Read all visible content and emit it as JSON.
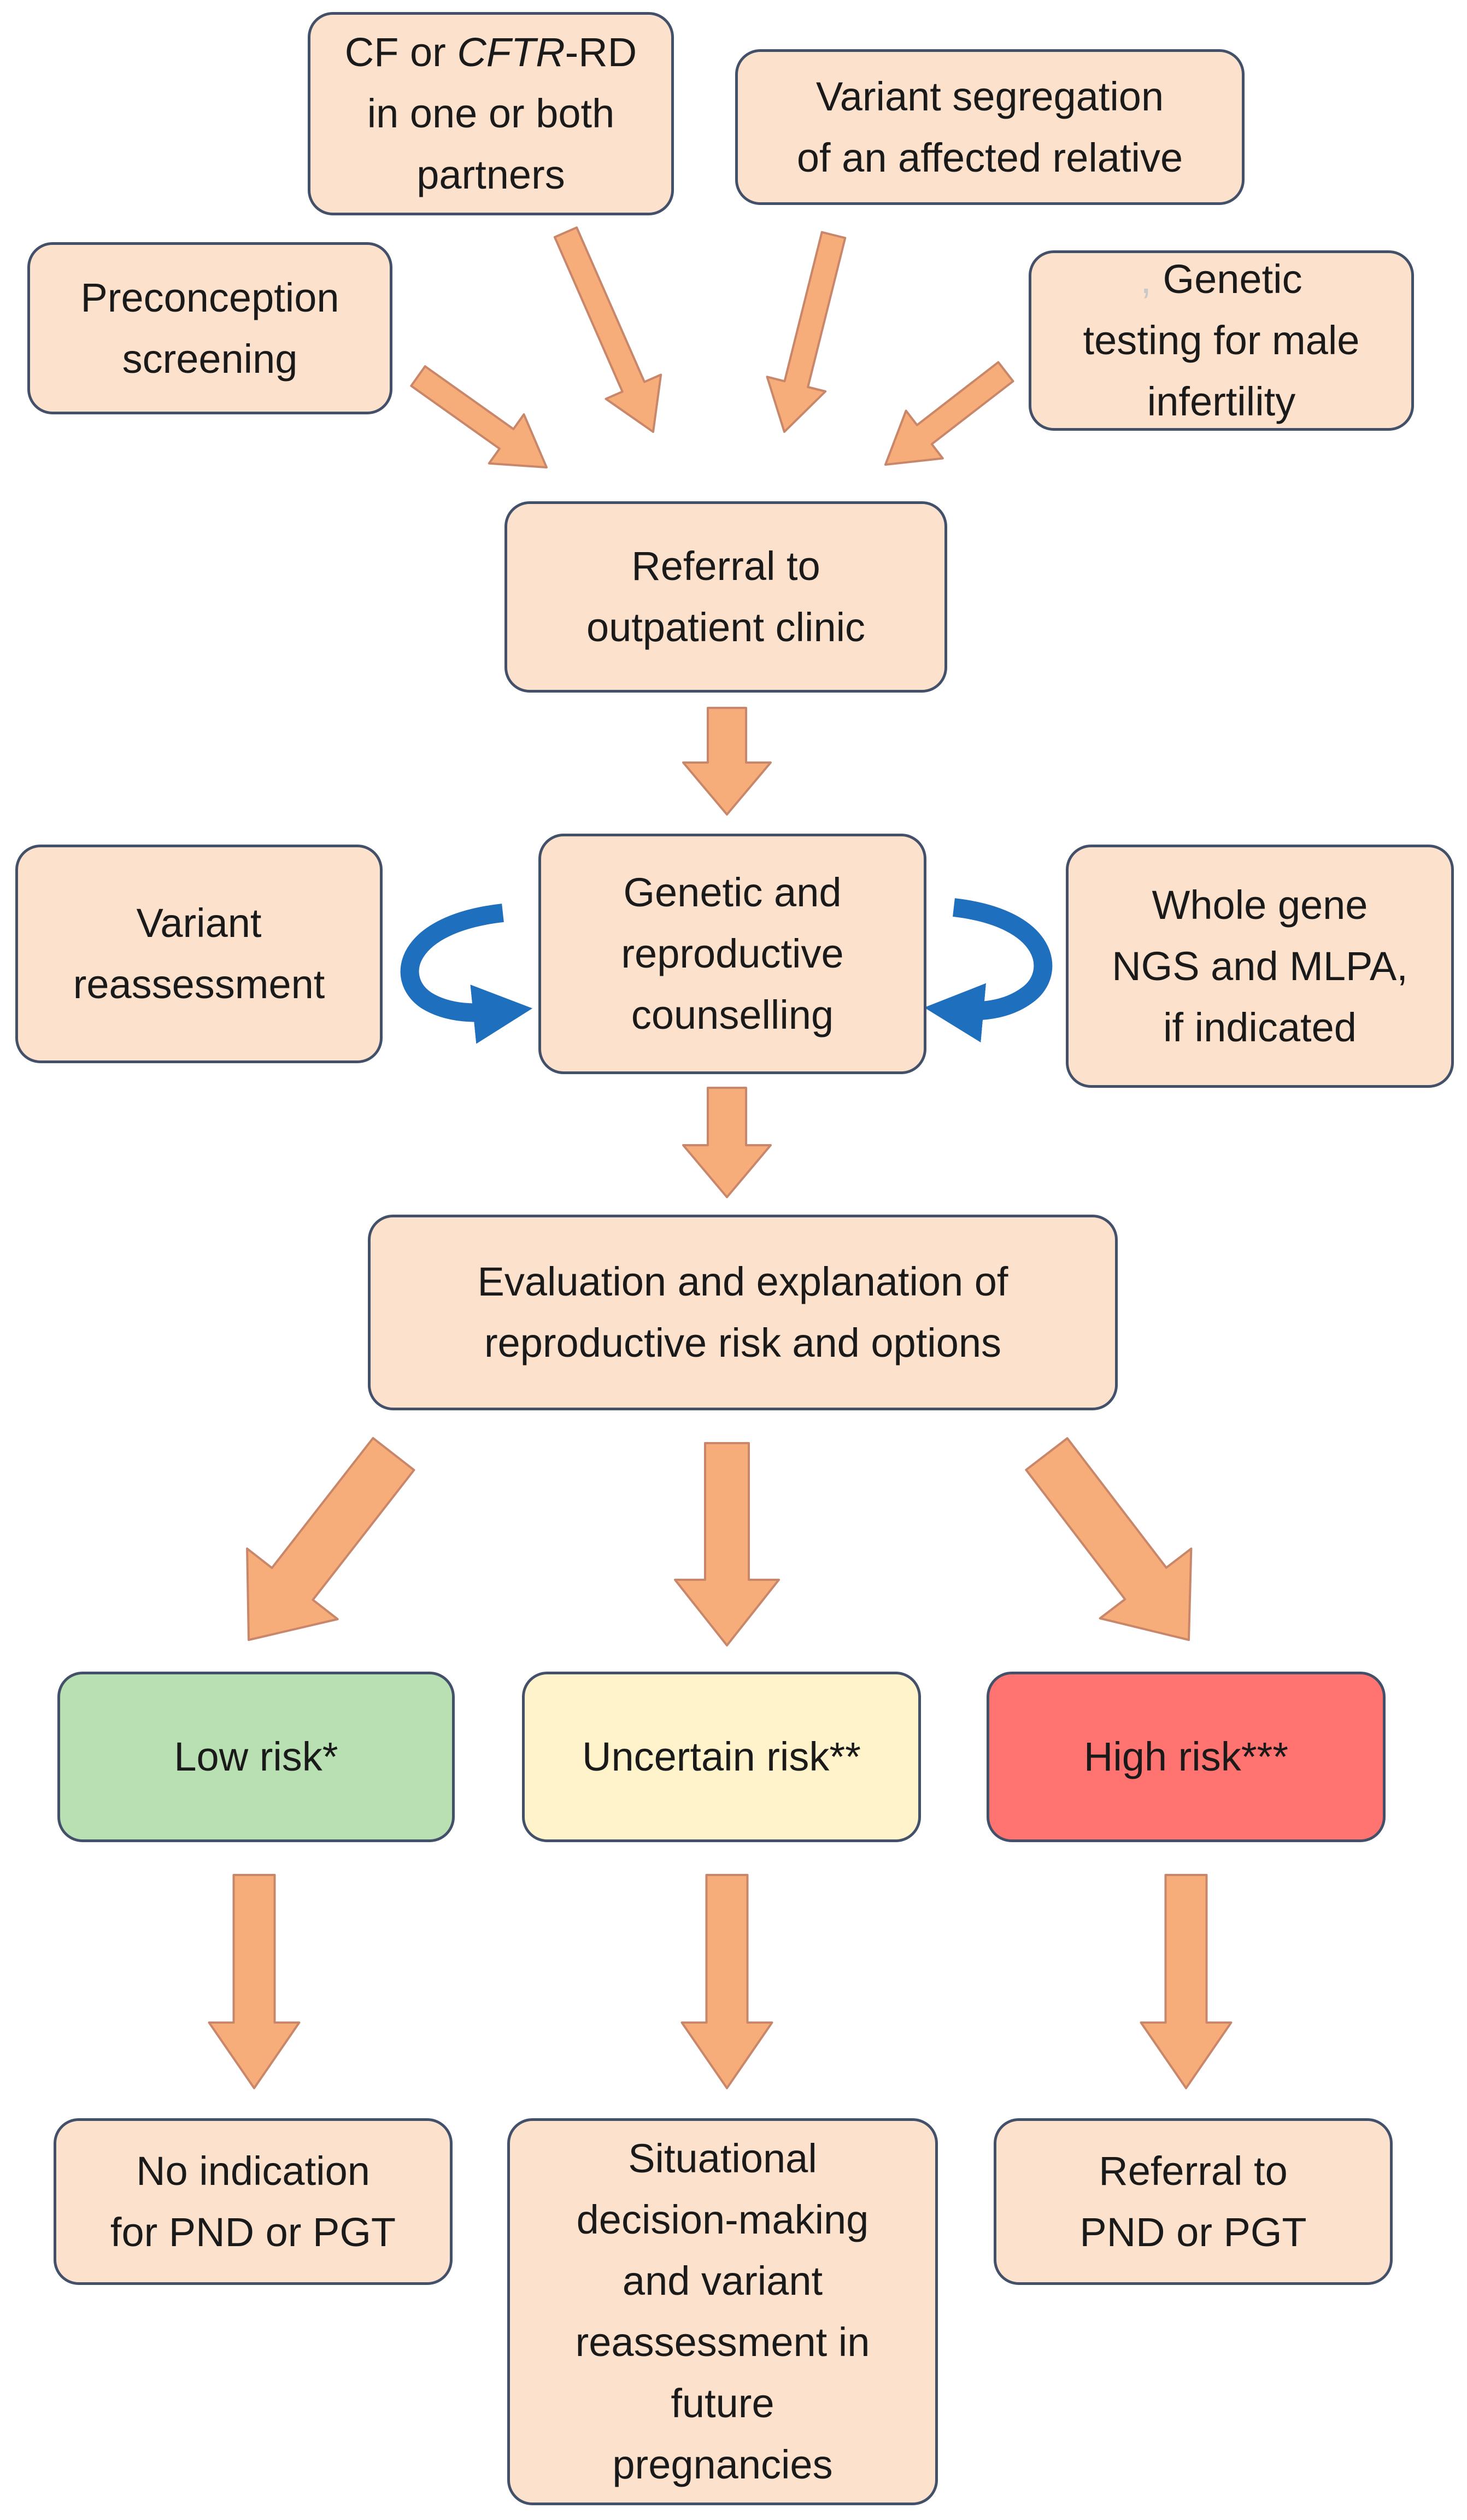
{
  "colors": {
    "box_fill": "#fce1cc",
    "box_border": "#43506a",
    "arrow_fill": "#f7ad7a",
    "arrow_stroke": "#c8876a",
    "curved_arrow": "#1f6fbf",
    "low_risk": "#b8e0b2",
    "uncertain_risk": "#fff3cc",
    "high_risk": "#ff7370"
  },
  "sources": {
    "cf_partners": {
      "line1_a": "CF or ",
      "line1_b": "CFTR",
      "line1_c": "-RD",
      "line2": "in one or both",
      "line3": "partners"
    },
    "variant_segregation": {
      "line1": "Variant segregation",
      "line2": "of an affected relative"
    },
    "preconception": {
      "line1": "Preconception",
      "line2": "screening"
    },
    "male_infertility": {
      "mark": ",",
      "line1": " Genetic",
      "line2": "testing for male",
      "line3": "infertility"
    }
  },
  "referral": {
    "line1": "Referral to",
    "line2": "outpatient clinic"
  },
  "counselling": {
    "center": {
      "line1": "Genetic and",
      "line2": "reproductive",
      "line3": "counselling"
    },
    "left": {
      "line1": "Variant",
      "line2": "reassessment"
    },
    "right": {
      "line1": "Whole gene",
      "line2": "NGS and MLPA,",
      "line3": "if indicated"
    }
  },
  "evaluation": {
    "line1": "Evaluation and explanation of",
    "line2": "reproductive risk and options"
  },
  "risks": {
    "low": "Low risk*",
    "uncertain": "Uncertain risk**",
    "high": "High risk***"
  },
  "outcomes": {
    "low": {
      "line1": "No indication",
      "line2": "for PND or PGT"
    },
    "uncertain": {
      "line1": "Situational",
      "line2": "decision-making",
      "line3": "and variant",
      "line4": "reassessment in",
      "line5": "future",
      "line6": "pregnancies"
    },
    "high": {
      "line1": "Referral to",
      "line2": "PND or PGT"
    }
  }
}
